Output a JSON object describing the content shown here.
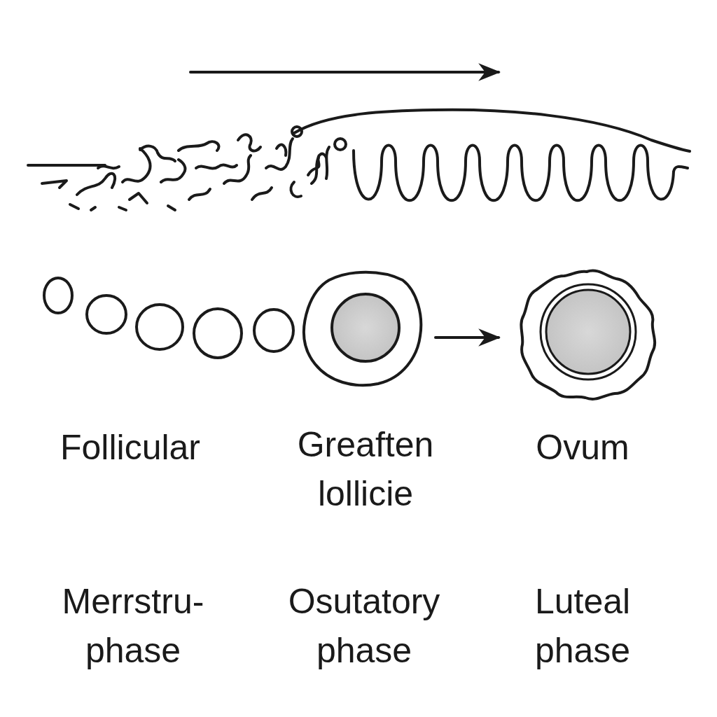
{
  "diagram": {
    "labels": [
      "Follicular",
      "Greaften lollicie",
      "Ovum",
      "Merrstru- phase",
      "Osutatory phase",
      "Luteal phase"
    ]
  }
}
